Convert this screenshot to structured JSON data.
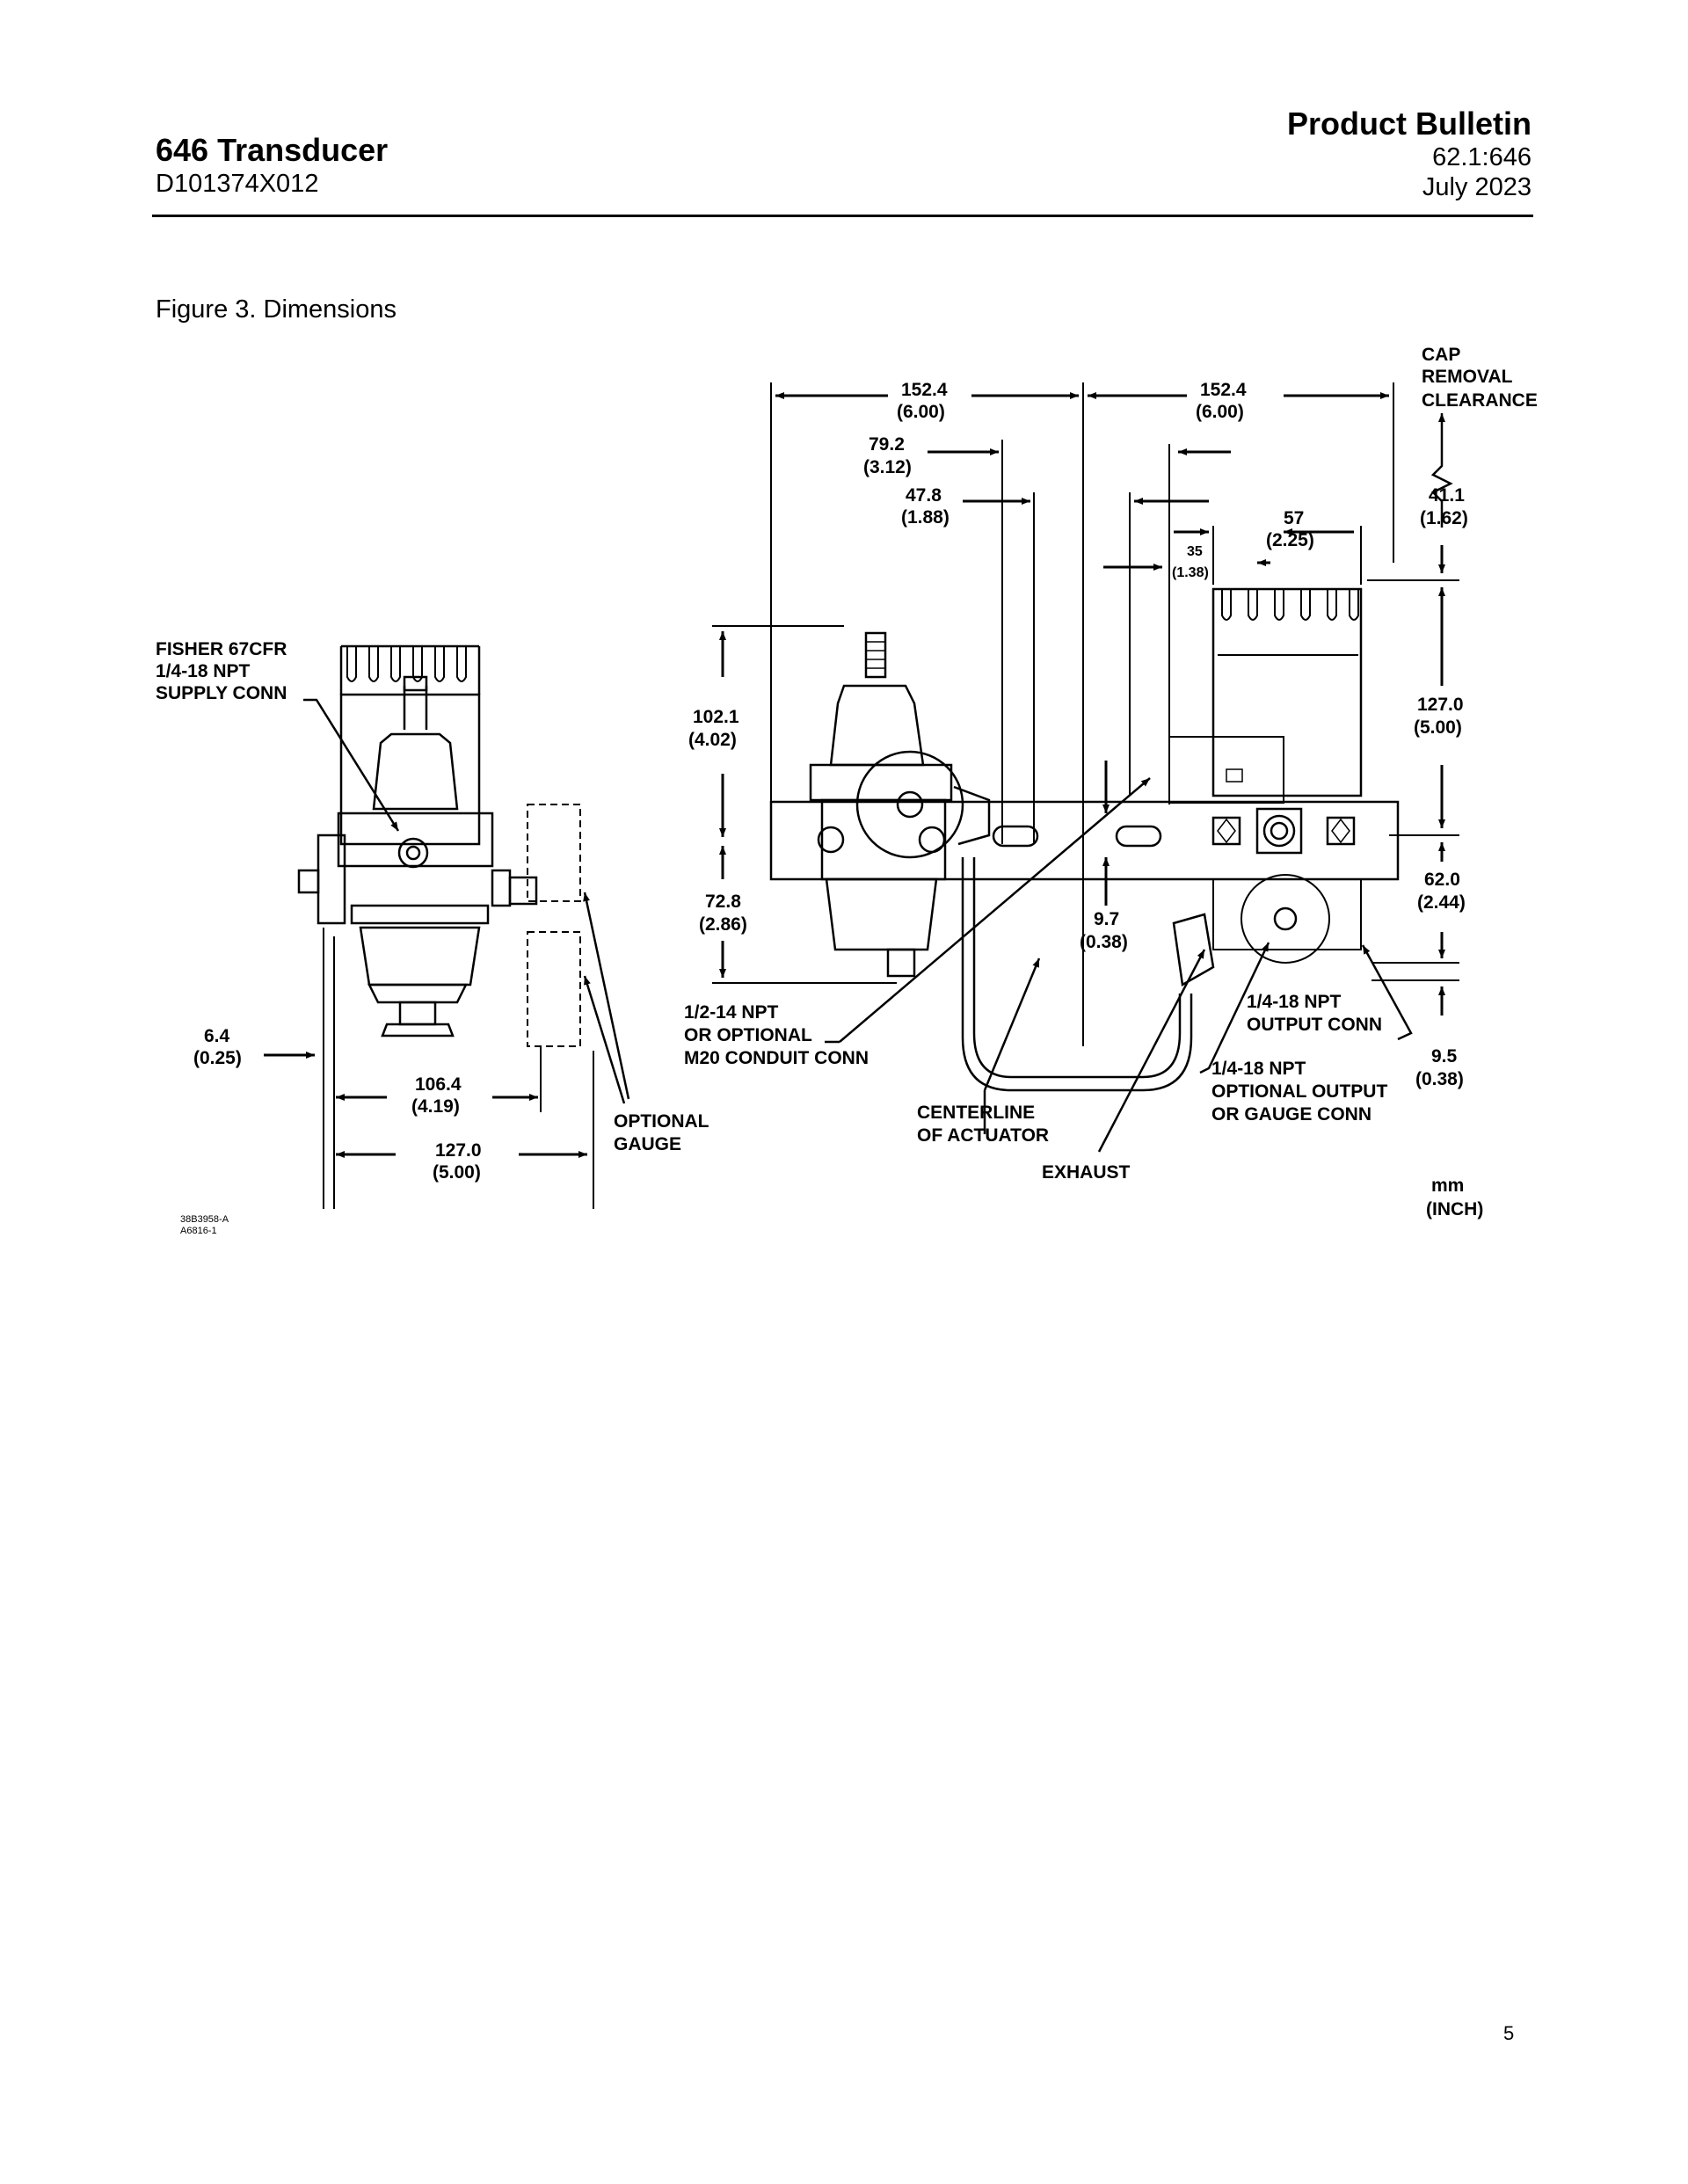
{
  "header": {
    "product_title": "646 Transducer",
    "doc_number": "D101374X012",
    "bulletin_label": "Product Bulletin",
    "bulletin_number": "62.1:646",
    "date": "July 2023"
  },
  "figure": {
    "caption": "Figure 3. Dimensions",
    "side_view": {
      "supply_conn_line1": "FISHER 67CFR",
      "supply_conn_line2": "1/4-18 NPT",
      "supply_conn_line3": "SUPPLY CONN",
      "dim_6_4_mm": "6.4",
      "dim_6_4_in": "(0.25)",
      "dim_106_4_mm": "106.4",
      "dim_106_4_in": "(4.19)",
      "dim_127_0_mm": "127.0",
      "dim_127_0_in": "(5.00)",
      "optional_gauge_line1": "OPTIONAL",
      "optional_gauge_line2": "GAUGE"
    },
    "front_view": {
      "dim_152_4_left_mm": "152.4",
      "dim_152_4_left_in": "(6.00)",
      "dim_152_4_right_mm": "152.4",
      "dim_152_4_right_in": "(6.00)",
      "cap_removal_line1": "CAP",
      "cap_removal_line2": "REMOVAL",
      "cap_removal_line3": "CLEARANCE",
      "dim_79_2_mm": "79.2",
      "dim_79_2_in": "(3.12)",
      "dim_47_8_mm": "47.8",
      "dim_47_8_in": "(1.88)",
      "dim_57_mm": "57",
      "dim_57_in": "(2.25)",
      "dim_35_mm": "35",
      "dim_35_in": "(1.38)",
      "dim_41_1_mm": "41.1",
      "dim_41_1_in": "(1.62)",
      "dim_102_1_mm": "102.1",
      "dim_102_1_in": "(4.02)",
      "dim_127_0_mm": "127.0",
      "dim_127_0_in": "(5.00)",
      "dim_72_8_mm": "72.8",
      "dim_72_8_in": "(2.86)",
      "dim_62_0_mm": "62.0",
      "dim_62_0_in": "(2.44)",
      "dim_9_7_mm": "9.7",
      "dim_9_7_in": "(0.38)",
      "dim_9_5_mm": "9.5",
      "dim_9_5_in": "(0.38)",
      "conduit_line1": "1/2-14 NPT",
      "conduit_line2": "OR OPTIONAL",
      "conduit_line3": "M20 CONDUIT CONN",
      "output_conn_line1": "1/4-18 NPT",
      "output_conn_line2": "OUTPUT CONN",
      "opt_output_line1": "1/4-18 NPT",
      "opt_output_line2": "OPTIONAL OUTPUT",
      "opt_output_line3": "OR GAUGE CONN",
      "centerline_line1": "CENTERLINE",
      "centerline_line2": "OF ACTUATOR",
      "exhaust": "EXHAUST",
      "units_line1": "mm",
      "units_line2": "(INCH)"
    },
    "drawing_ref_line1": "38B3958-A",
    "drawing_ref_line2": "A6816-1"
  },
  "page_number": "5"
}
